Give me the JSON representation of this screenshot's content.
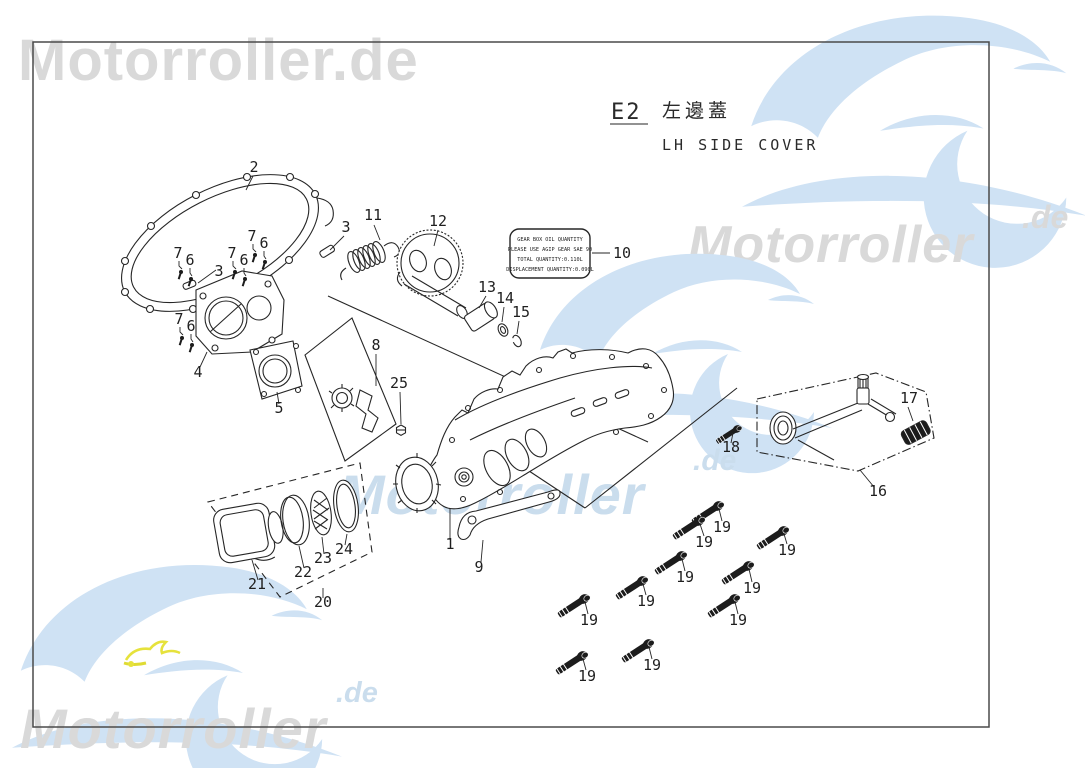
{
  "title": {
    "code": "E2",
    "name_zh": "左邊蓋",
    "name_en": "LH SIDE COVER"
  },
  "watermark": {
    "brand_full": "Motorroller.de",
    "brand_word": "Motorroller",
    "domain_suffix": ".de",
    "color_gray": "#d9d9d9",
    "color_blue": "#cadded",
    "accent_yellow": "#e6e23c"
  },
  "info_label": {
    "line1": "GEAR BOX OIL QUANTITY",
    "line2": "PLEASE USE AGIP GEAR SAE 90",
    "line3": "TOTAL QUANTITY:0.110L",
    "line4": "DISPLACEMENT QUANTITY:0.090L"
  },
  "callouts": {
    "c1": "1",
    "c2": "2",
    "c3": "3",
    "c4": "4",
    "c5": "5",
    "c6": "6",
    "c7": "7",
    "c8": "8",
    "c9": "9",
    "c10": "10",
    "c11": "11",
    "c12": "12",
    "c13": "13",
    "c14": "14",
    "c15": "15",
    "c16": "16",
    "c17": "17",
    "c18": "18",
    "c19": "19",
    "c20": "20",
    "c21": "21",
    "c22": "22",
    "c23": "23",
    "c24": "24",
    "c25": "25"
  }
}
